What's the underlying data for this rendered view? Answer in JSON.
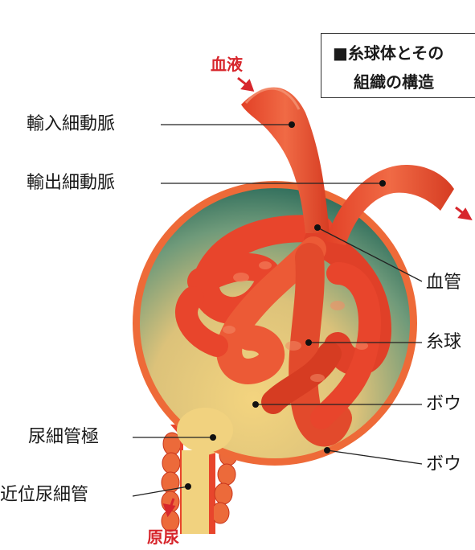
{
  "title_box": {
    "line1": "■糸球体とその",
    "line2": "組織の構造"
  },
  "flow_labels": {
    "blood": "血液",
    "urine": "原尿"
  },
  "labels": {
    "afferent": "輸入細動脈",
    "efferent": "輸出細動脈",
    "pole": "尿細管極",
    "proximal": "近位尿細管",
    "vascular": "血管",
    "glomerulus": "糸球",
    "bowman_space": "ボウ",
    "bowman_capsule": "ボウ"
  },
  "colors": {
    "vessel": "#e8452c",
    "vessel_dark": "#c23218",
    "capsule_wall": "#ee6a38",
    "capsule_fill_light": "#f1d27f",
    "capsule_fill_dark": "#1f6658",
    "accent_red": "#d7262c"
  }
}
